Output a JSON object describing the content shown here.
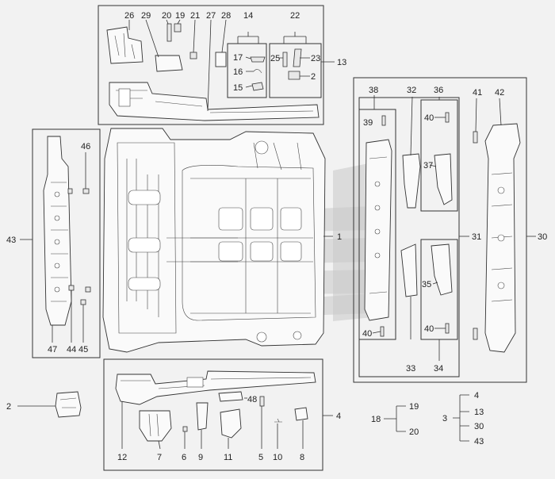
{
  "callouts": {
    "top": [
      "26",
      "29",
      "20",
      "19",
      "21",
      "27",
      "28",
      "14",
      "22",
      "17",
      "16",
      "15",
      "25",
      "23",
      "2",
      "13"
    ],
    "main": "1",
    "left": [
      "46",
      "43",
      "47",
      "44",
      "45"
    ],
    "right": [
      "38",
      "32",
      "36",
      "41",
      "42",
      "39",
      "40",
      "37",
      "31",
      "30",
      "35",
      "33",
      "34"
    ],
    "bottom": [
      "12",
      "7",
      "6",
      "9",
      "11",
      "48",
      "5",
      "10",
      "8",
      "4"
    ],
    "standalone": "2",
    "tree18": {
      "parent": "18",
      "children": [
        "19",
        "20"
      ]
    },
    "tree3": {
      "parent": "3",
      "children": [
        "4",
        "13",
        "30",
        "43"
      ]
    }
  },
  "colors": {
    "line": "#333333",
    "background": "#f2f2f2",
    "watermark": "#c8c8c8"
  }
}
